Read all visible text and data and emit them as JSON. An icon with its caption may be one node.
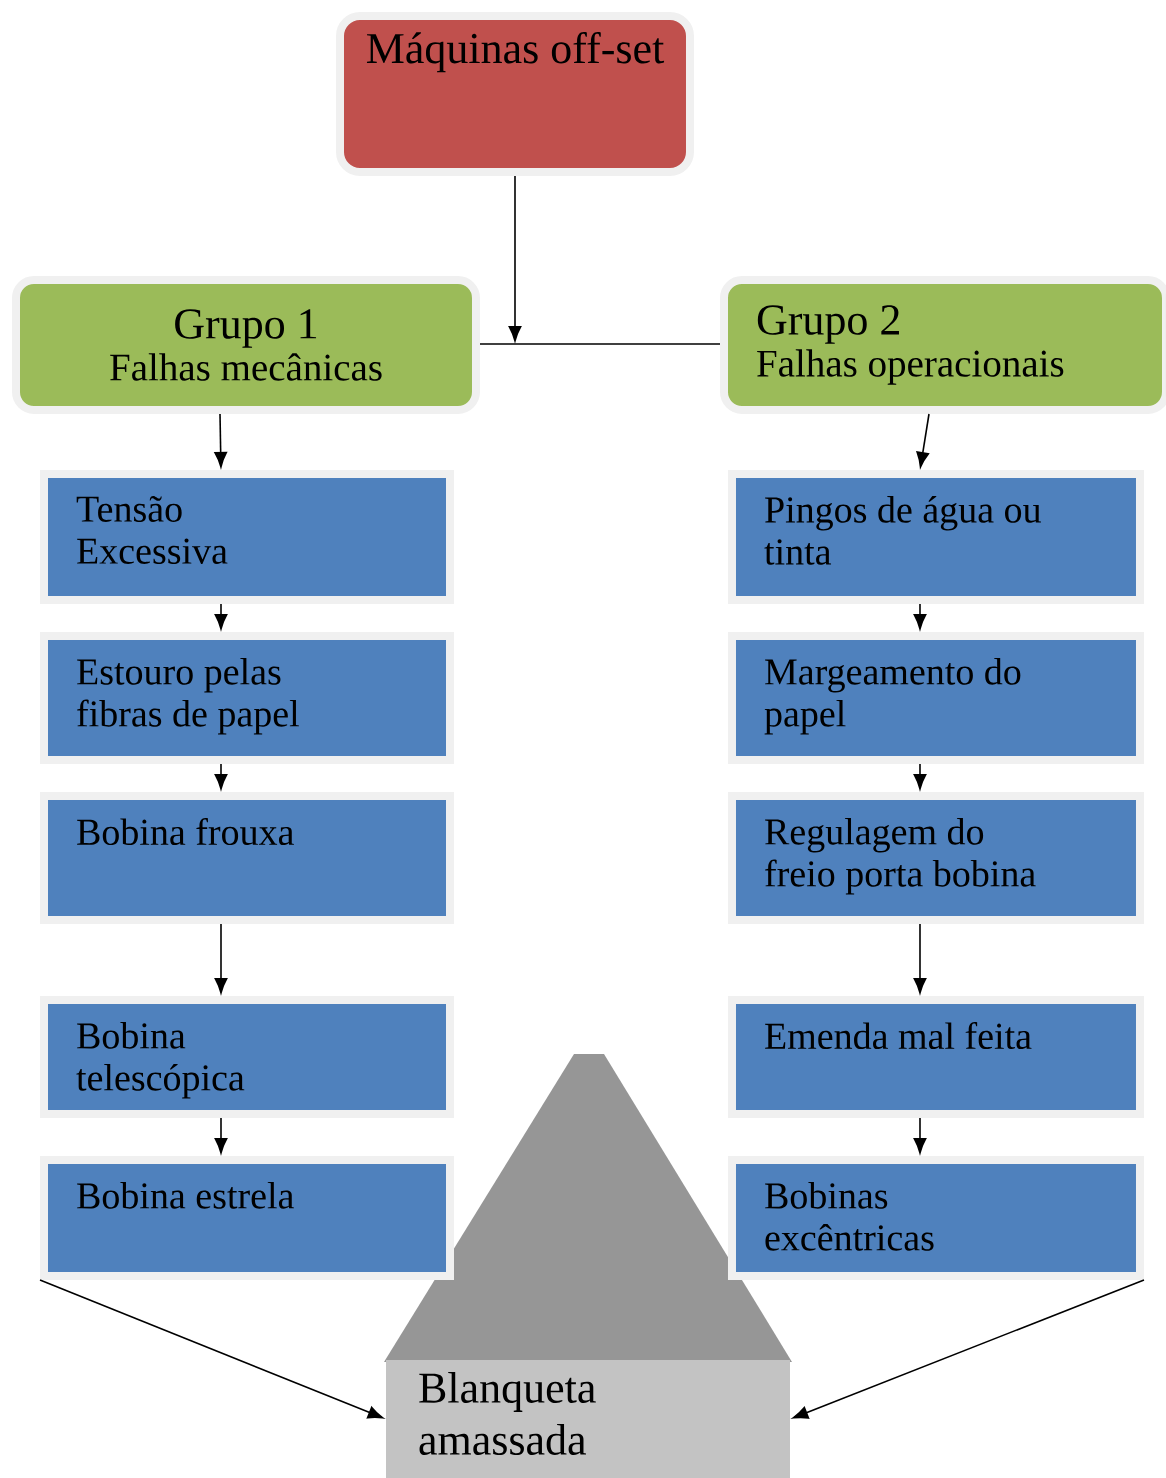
{
  "diagram": {
    "nodes": [
      {
        "text": [
          "Máquinas off-set"
        ]
      },
      {
        "text": [
          "Grupo 1",
          "Falhas mecânicas"
        ]
      },
      {
        "text": [
          "Grupo 2",
          "Falhas operacionais"
        ]
      },
      {
        "text": [
          "Tensão Excessiva"
        ]
      },
      {
        "text": [
          "Estouro pelas fibras de papel"
        ]
      },
      {
        "text": [
          "Bobina frouxa"
        ]
      },
      {
        "text": [
          "Bobina telescópica"
        ]
      },
      {
        "text": [
          "Bobina estrela"
        ]
      },
      {
        "text": [
          "Pingos de água ou tinta"
        ]
      },
      {
        "text": [
          "Margeamento do papel"
        ]
      },
      {
        "text": [
          "Regulagem do freio porta bobina"
        ]
      },
      {
        "text": [
          "Emenda mal feita"
        ]
      },
      {
        "text": [
          "Bobinas excêntricas"
        ]
      },
      {
        "text": [
          "Blanqueta amassada"
        ]
      }
    ],
    "edges": [
      {
        "from": 0,
        "to": null,
        "arrow": "to"
      },
      {
        "from": 1,
        "to": 2,
        "arrow": "none"
      },
      {
        "from": 1,
        "to": 3,
        "arrow": "to"
      },
      {
        "from": 3,
        "to": 4,
        "arrow": "to"
      },
      {
        "from": 4,
        "to": 5,
        "arrow": "to"
      },
      {
        "from": 5,
        "to": 6,
        "arrow": "to"
      },
      {
        "from": 6,
        "to": 7,
        "arrow": "to"
      },
      {
        "from": 2,
        "to": 8,
        "arrow": "to"
      },
      {
        "from": 8,
        "to": 9,
        "arrow": "to"
      },
      {
        "from": 9,
        "to": 10,
        "arrow": "to"
      },
      {
        "from": 10,
        "to": 11,
        "arrow": "to"
      },
      {
        "from": 11,
        "to": 12,
        "arrow": "to"
      },
      {
        "from": 7,
        "to": 13,
        "arrow": "to"
      },
      {
        "from": 12,
        "to": 13,
        "arrow": "to"
      }
    ]
  }
}
